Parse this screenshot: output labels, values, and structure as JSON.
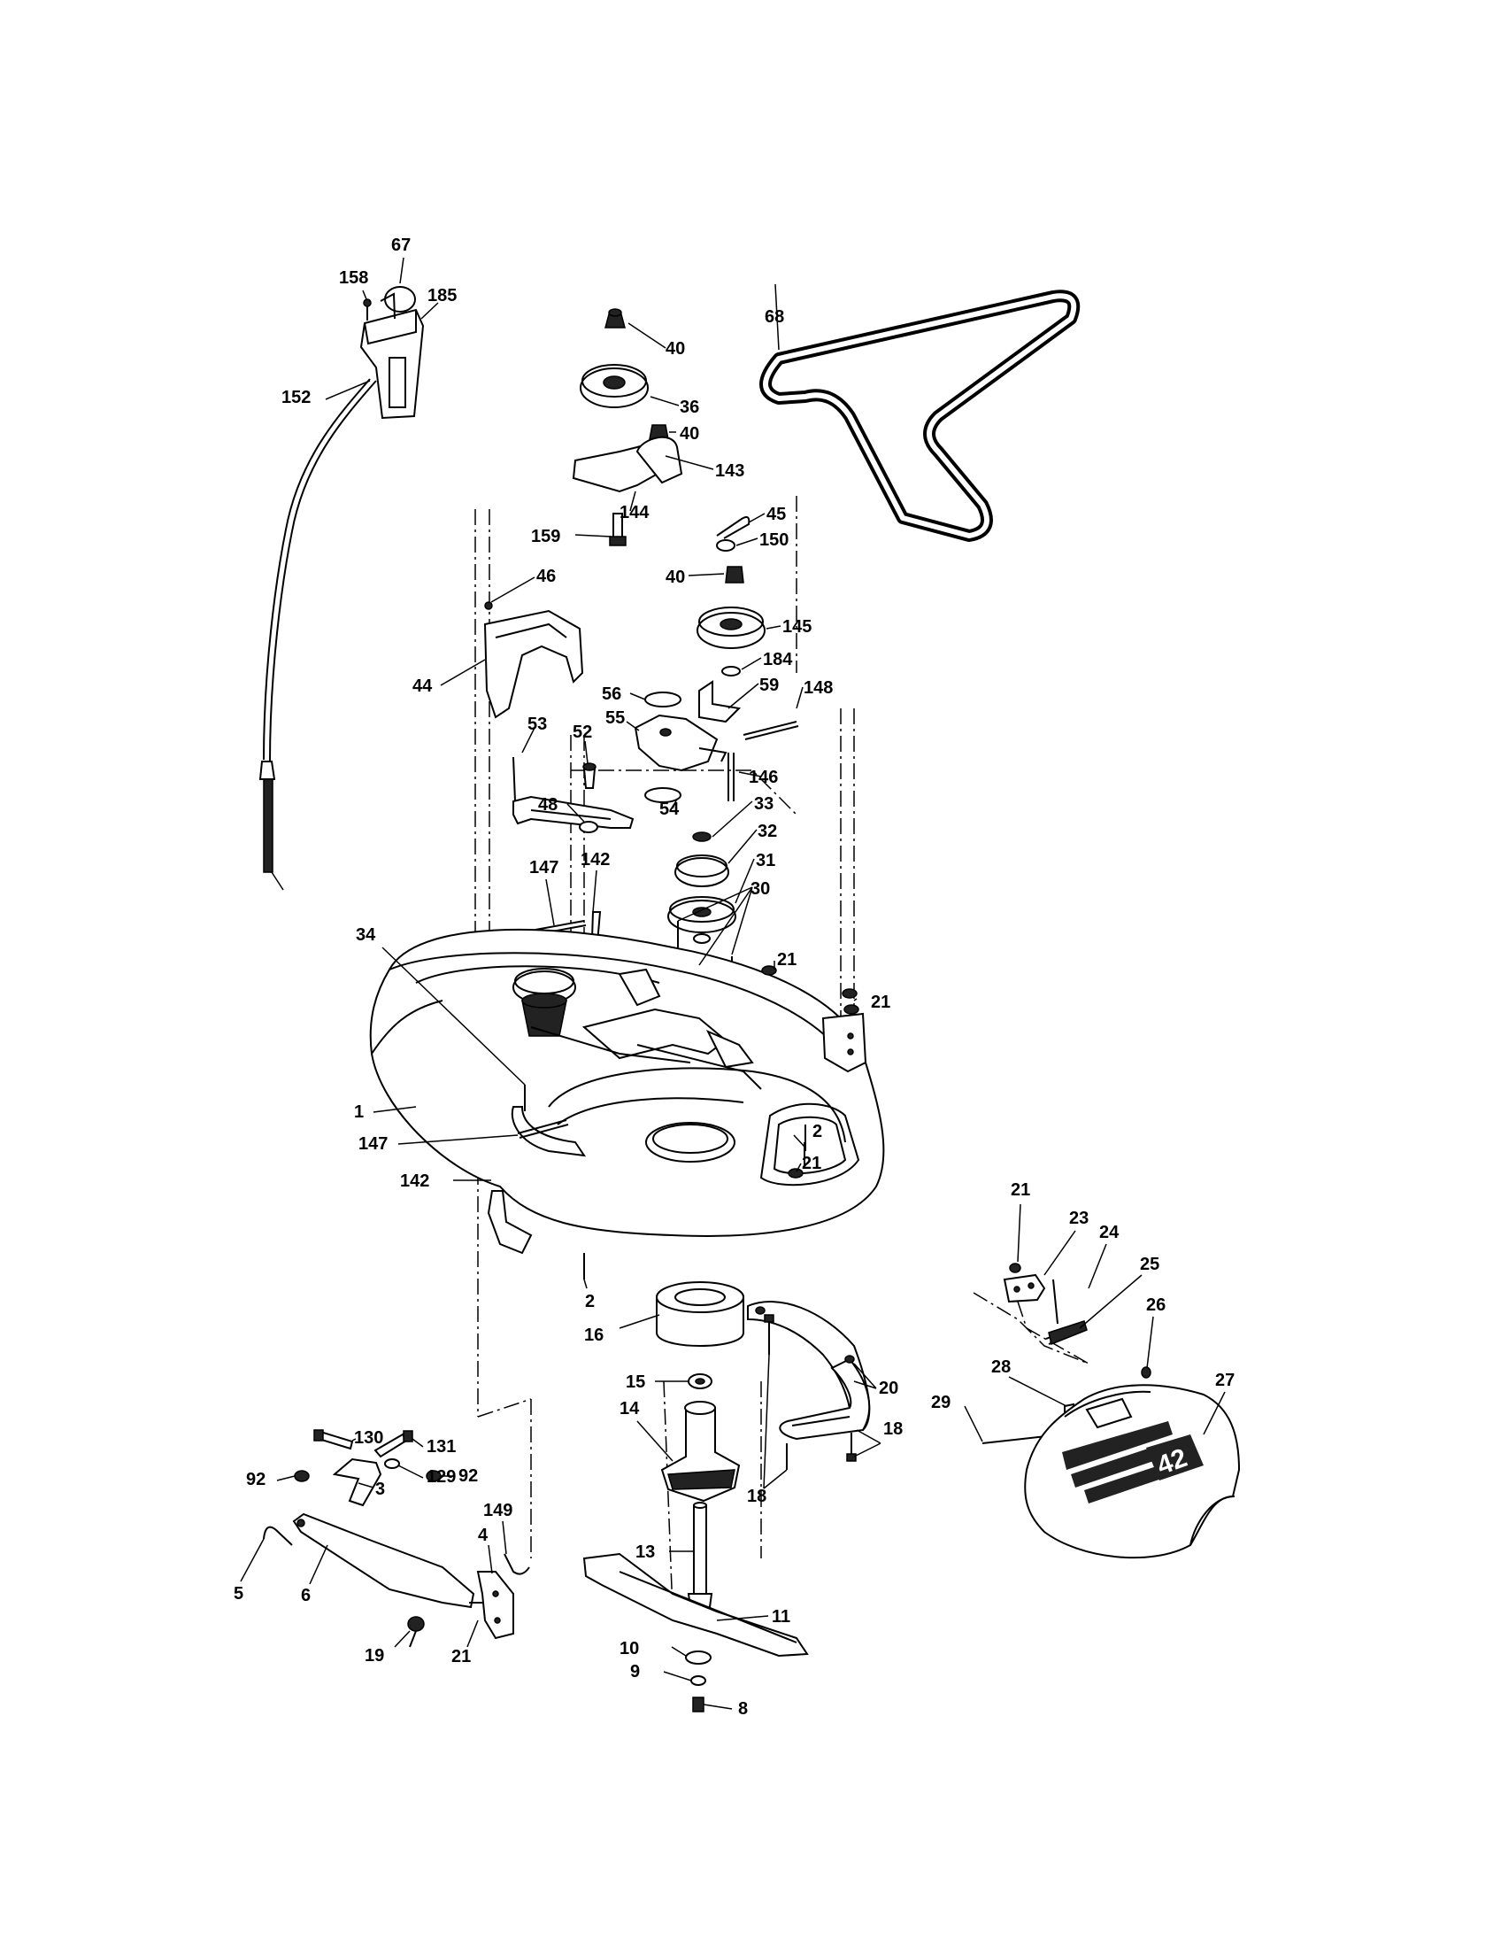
{
  "labels": {
    "l67": "67",
    "l158": "158",
    "l185": "185",
    "l152": "152",
    "l40a": "40",
    "l36": "36",
    "l40b": "40",
    "l143": "143",
    "l144": "144",
    "l159": "159",
    "l45": "45",
    "l150": "150",
    "l40c": "40",
    "l145": "145",
    "l184": "184",
    "l68": "68",
    "l46": "46",
    "l44": "44",
    "l56": "56",
    "l55": "55",
    "l59": "59",
    "l148": "148",
    "l53": "53",
    "l52": "52",
    "l146": "146",
    "l48": "48",
    "l54": "54",
    "l33": "33",
    "l32": "32",
    "l31": "31",
    "l30": "30",
    "l147a": "147",
    "l142a": "142",
    "l34": "34",
    "l21a": "21",
    "l21b": "21",
    "l1": "1",
    "l147b": "147",
    "l2a": "2",
    "l21c": "21",
    "l142b": "142",
    "l2b": "2",
    "l16": "16",
    "l21d": "21",
    "l23": "23",
    "l24": "24",
    "l25": "25",
    "l26": "26",
    "l15": "15",
    "l14": "14",
    "l20": "20",
    "l28": "28",
    "l27": "27",
    "l29": "29",
    "l18a": "18",
    "l18b": "18",
    "l130": "130",
    "l131": "131",
    "l129": "129",
    "l92a": "92",
    "l92b": "92",
    "l3": "3",
    "l4": "4",
    "l149": "149",
    "l5": "5",
    "l6": "6",
    "l13": "13",
    "l11": "11",
    "l19": "19",
    "l21e": "21",
    "l10": "10",
    "l9": "9",
    "l8": "8"
  },
  "shield_logo": "42"
}
